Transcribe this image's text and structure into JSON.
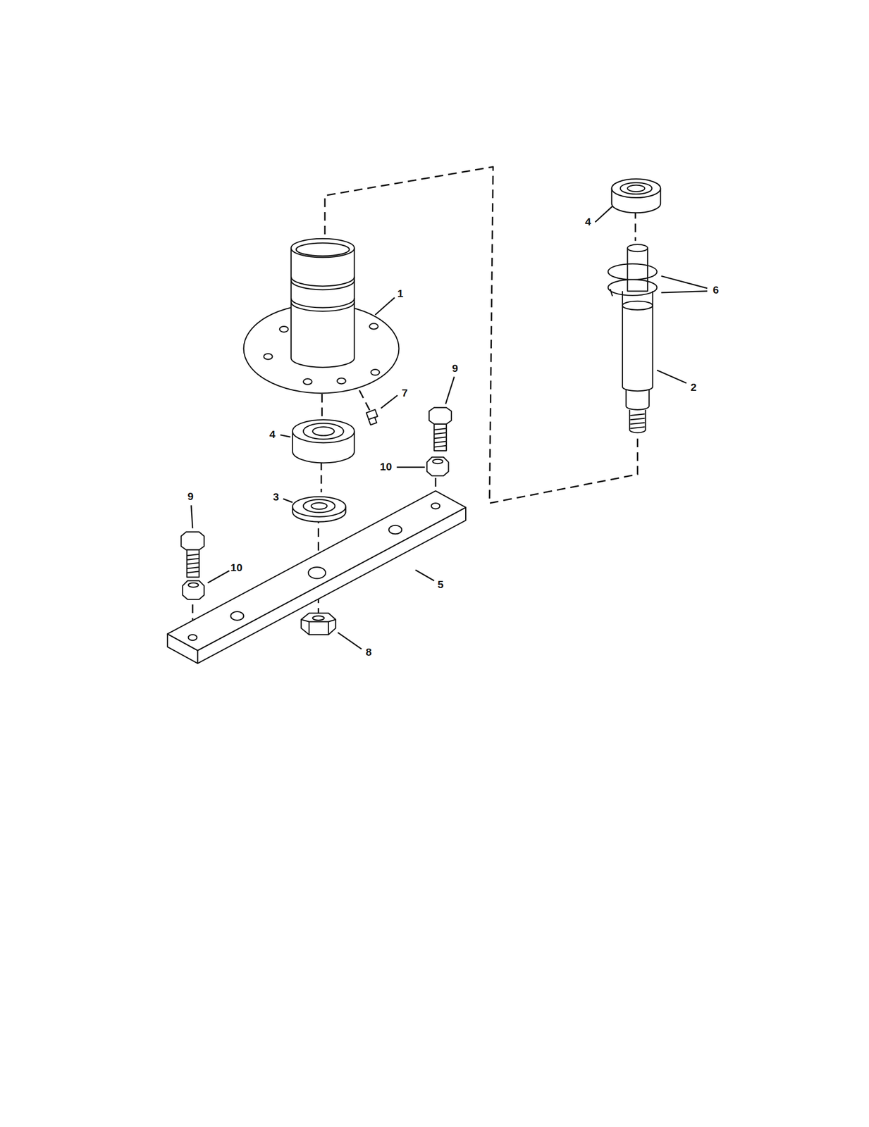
{
  "diagram": {
    "labels": [
      "4",
      "1",
      "6",
      "2",
      "9",
      "7",
      "4",
      "10",
      "3",
      "9",
      "10",
      "5",
      "8"
    ]
  }
}
